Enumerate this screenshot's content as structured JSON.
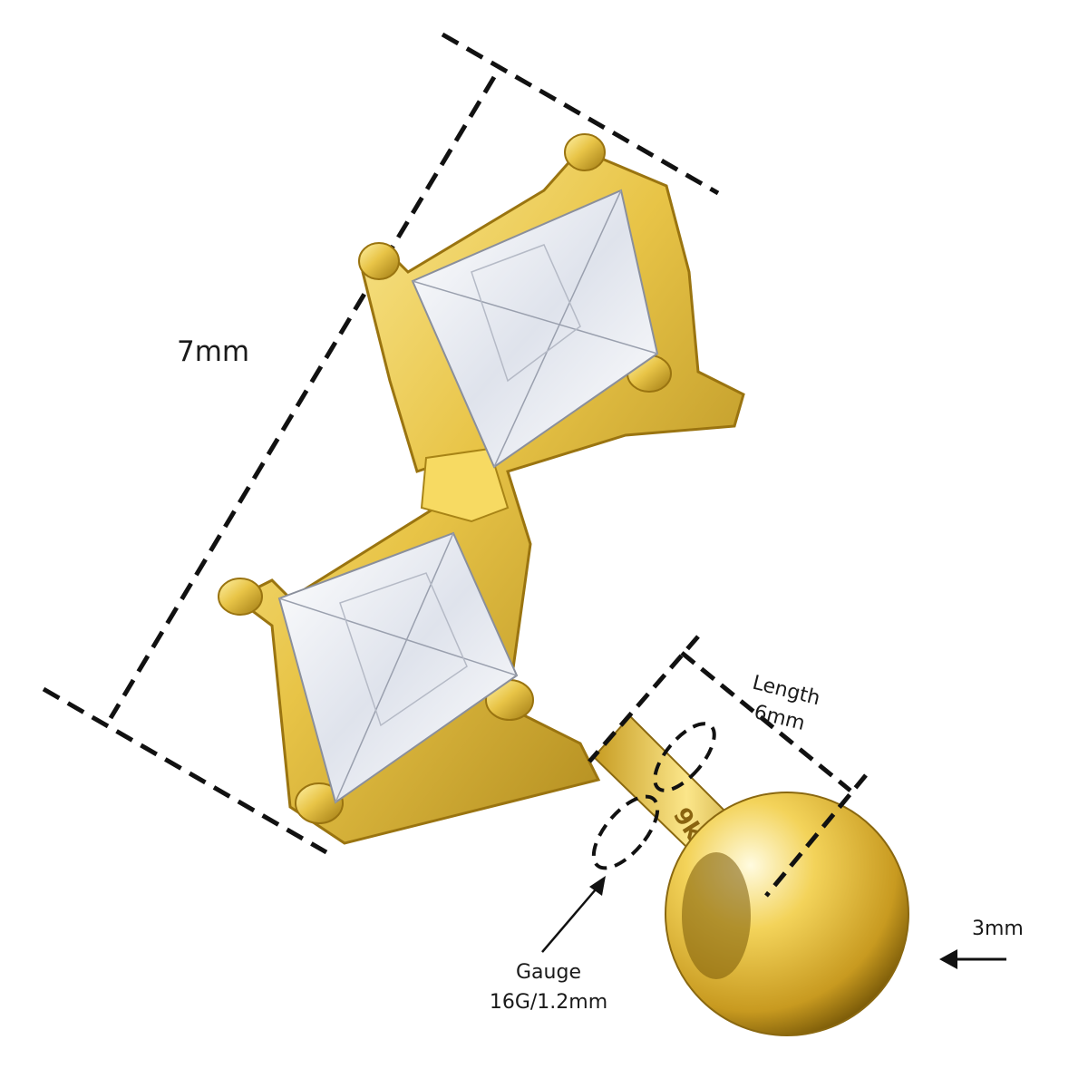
{
  "labels": {
    "height": "7mm",
    "length_title": "Length",
    "length_value": "6mm",
    "gauge_title": "Gauge",
    "gauge_value": "16G/1.2mm",
    "ball": "3mm",
    "stamp": "9k"
  },
  "colors": {
    "gold_light": "#f6e27a",
    "gold_mid": "#e2be3c",
    "gold_dark": "#9a7410",
    "stone": "#eef0f6",
    "dash": "#111111"
  }
}
